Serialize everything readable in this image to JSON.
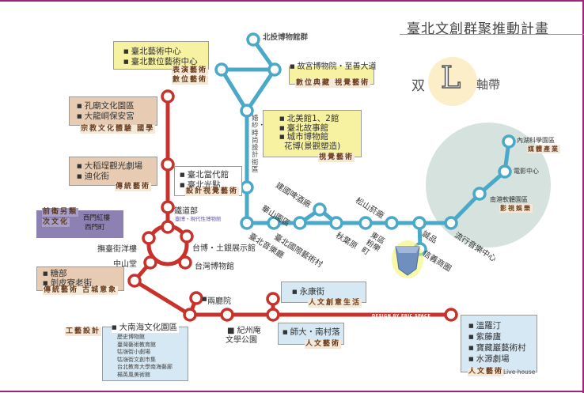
{
  "title": "臺北文創群聚推動計畫",
  "logo": {
    "left": "双",
    "letter": "L",
    "right": "軸帶"
  },
  "colors": {
    "blue_line": "#4aa8c8",
    "red_line": "#c8322a",
    "frame": "#a0247c"
  },
  "credit": "DESIGN BY ERIC SPACE",
  "blue_line": {
    "beitou": "北投博物館群",
    "palace": {
      "items": [
        "故宮博物院・至善大道"
      ],
      "tag": "數位典藏 視覺藝術"
    },
    "arts_center": {
      "items": [
        "臺北藝術中心",
        "臺北數位藝術中心"
      ],
      "tags": [
        "表演藝術",
        "數位藝術"
      ]
    },
    "fine_arts": {
      "items": [
        "北美館1、2館",
        "臺北故事館",
        "城市博物館"
      ],
      "extra": "花博(景觀塑造)",
      "tag": "視覺藝術"
    },
    "wedding_street": "婚紗・時尚設計街區",
    "moca": {
      "items": [
        "臺北當代館",
        "臺北光點"
      ],
      "tag": "設計視覺藝術"
    },
    "stations": [
      "臺北音樂廳",
      "華山園區",
      "臺北國際藝術村",
      "建國啤酒廠",
      "秋葉原",
      "東區粉樂町",
      "松山菸廠",
      "誠品",
      "信義商圈",
      "流行音樂中心"
    ],
    "east": [
      {
        "name": "內湖科學園區",
        "tag": "媒體產業"
      },
      {
        "name": "電影中心"
      },
      {
        "name": "南港軟體園區",
        "tag": "影視娛樂"
      }
    ]
  },
  "red_line": {
    "confucius": {
      "items": [
        "孔廟文化園區",
        "大龍峒保安宮"
      ],
      "tag": "宗教文化體驗  國學"
    },
    "dadaocheng": {
      "items": [
        "大稻埕觀光劇場",
        "迪化街"
      ],
      "tag": "傳統藝術"
    },
    "ximen": {
      "tags": [
        "前衛另類",
        "次文化"
      ],
      "items": [
        "西門紅樓",
        "西門町"
      ]
    },
    "railway": {
      "name": "鐵道部",
      "sub": "臺博・現代性博物館"
    },
    "stations": [
      "撫臺街洋樓",
      "台博・土銀展示館",
      "中山堂",
      "台灣博物館",
      "兩廳院"
    ],
    "bopiliao": {
      "items": [
        "糖部",
        "剝皮寮老街"
      ],
      "tag": "傳統藝術 古城意象"
    },
    "kishu": [
      "■ 紀州庵",
      "文學公園"
    ],
    "nanhai": {
      "title": "大南海文化園區",
      "items": [
        "歷史博物館",
        "臺灣藝術教育館",
        "牯嶺街小劇場",
        "牯嶺街文創市集",
        "台北教育大學南海藝廊",
        "楊英風美術館"
      ],
      "tag": "工藝設計"
    },
    "yongkang": {
      "items": [
        "永康街"
      ],
      "tag": "人文創意生活"
    },
    "shida": {
      "items": [
        "師大・南村落"
      ],
      "tag": "人文藝術"
    },
    "wenluoting": {
      "items": [
        "溫羅汀",
        "紫藤廬",
        "寶藏巖藝術村",
        "水源劇場"
      ],
      "tag": "人文藝術",
      "tag_extra": "Live house"
    }
  }
}
